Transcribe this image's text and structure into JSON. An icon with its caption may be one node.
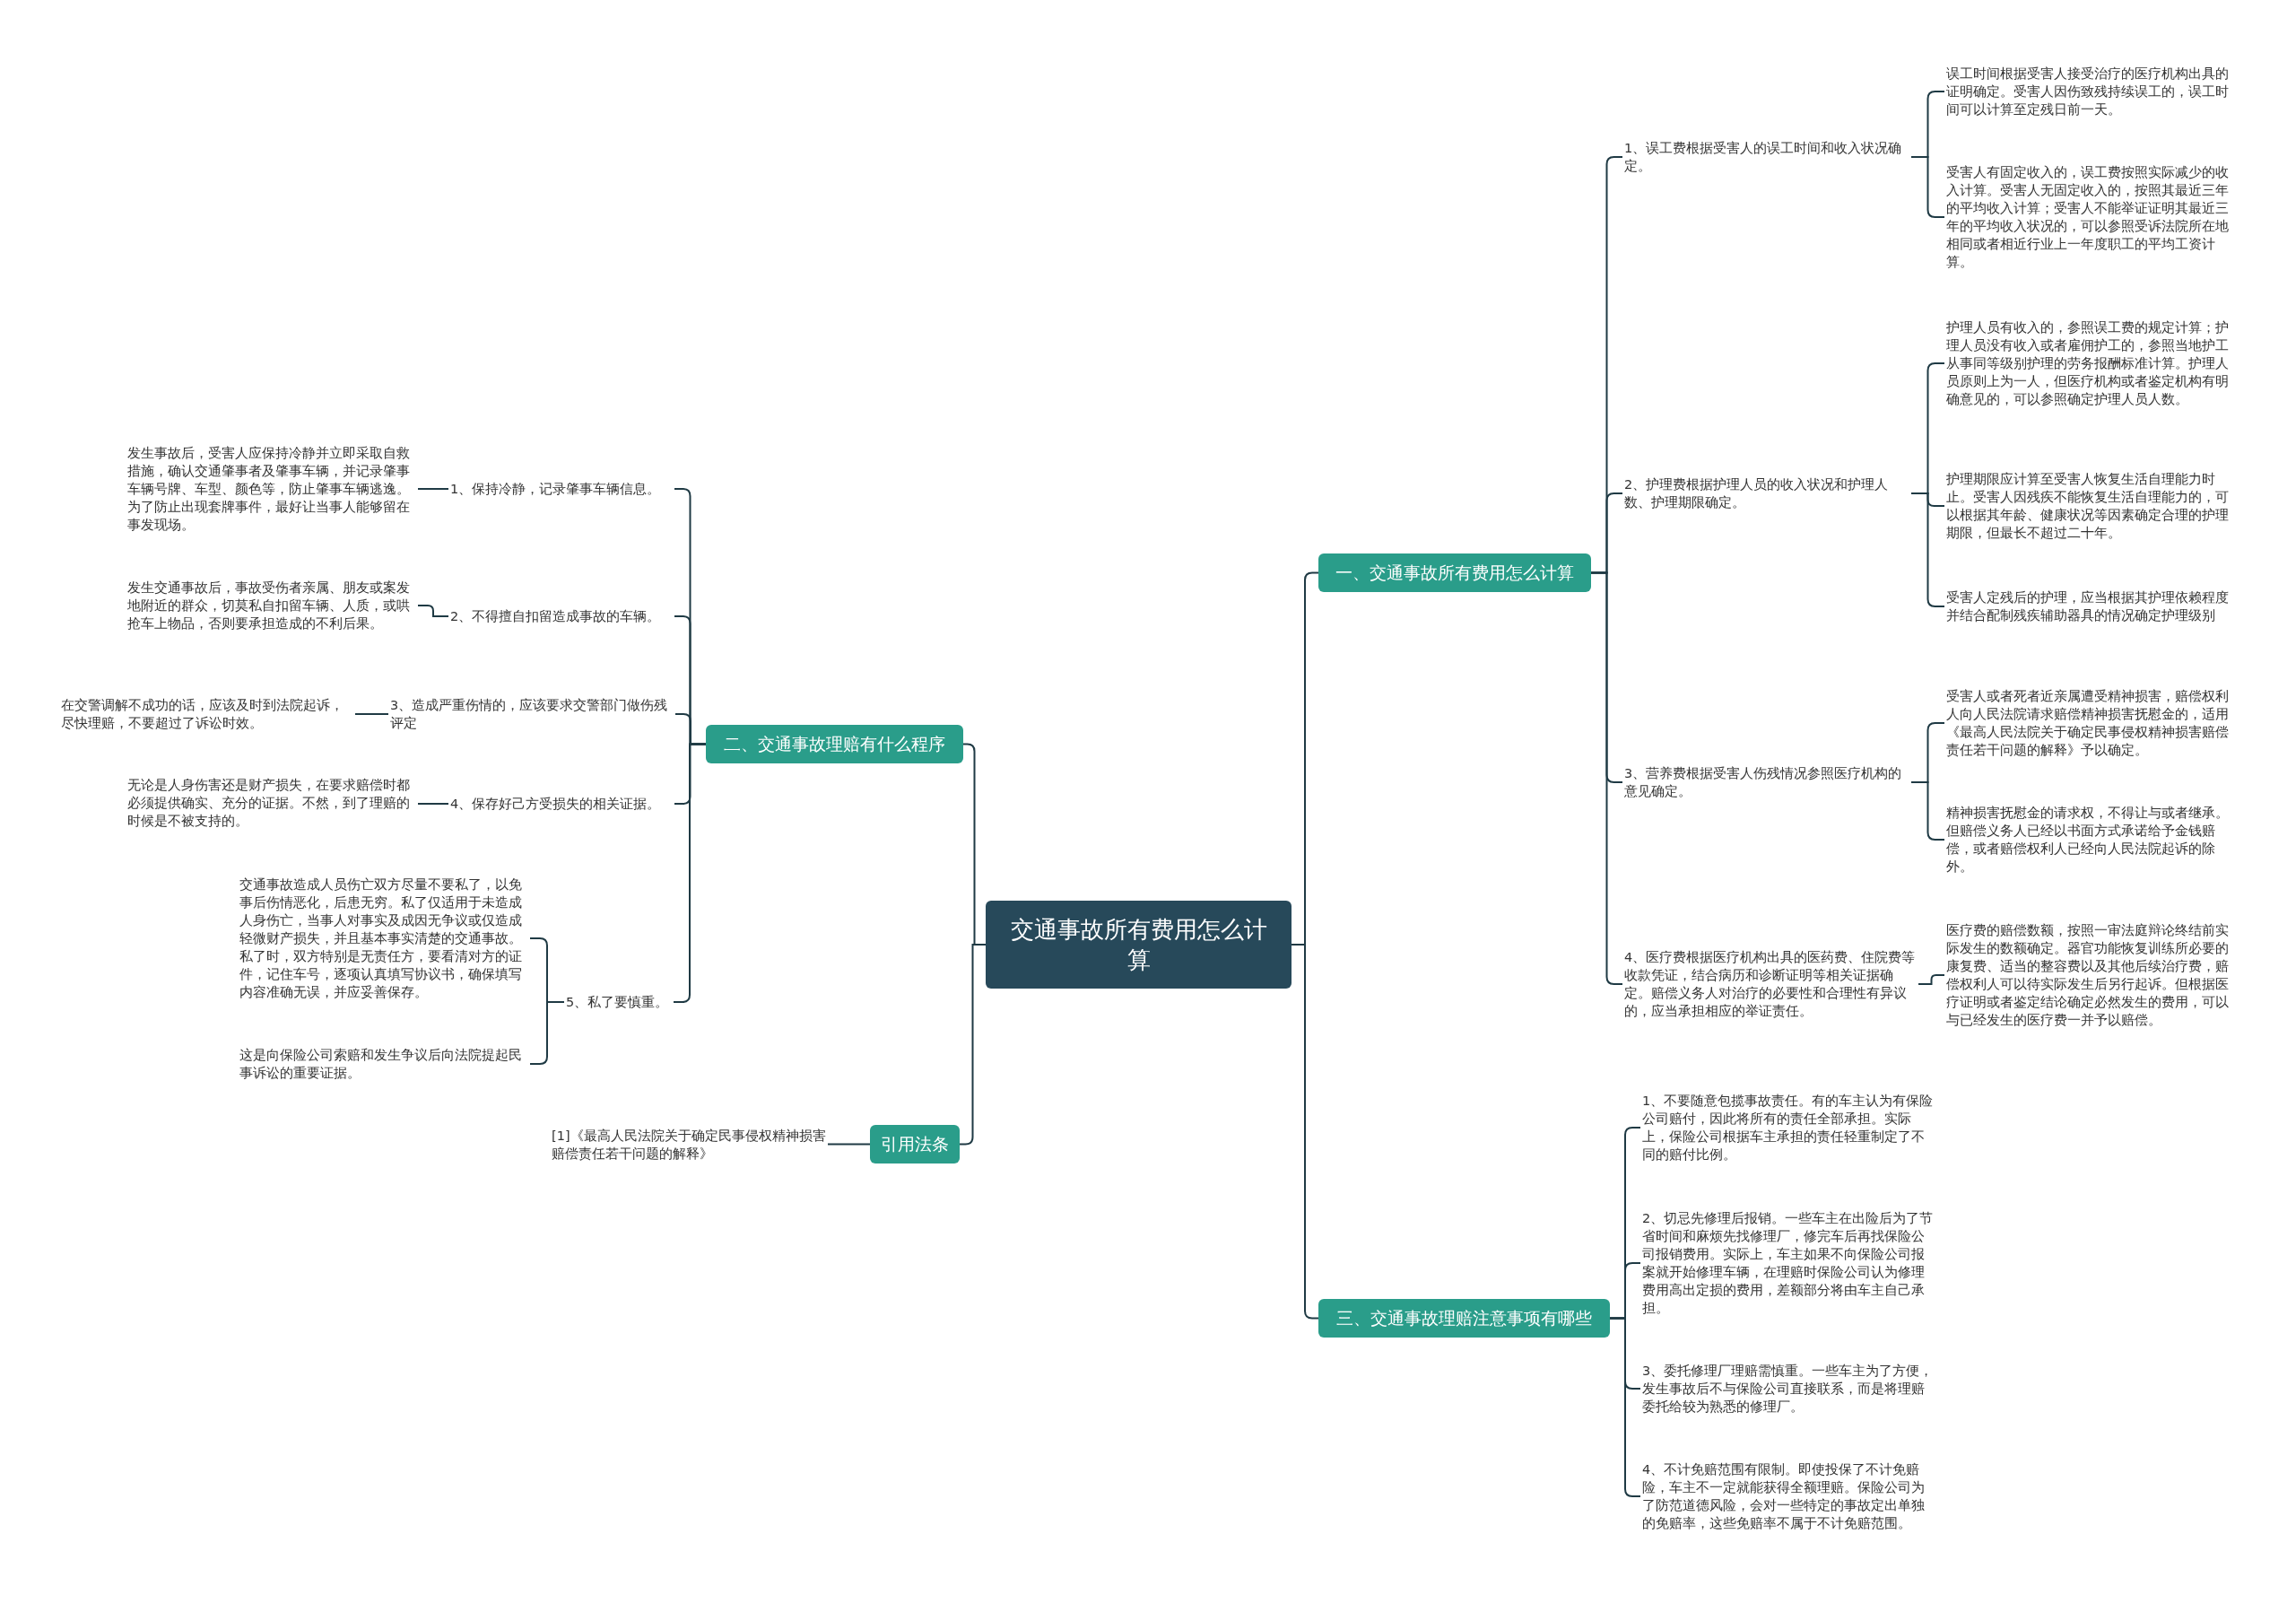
{
  "diagram": {
    "nodes": [
      {
        "text": [
          "交通事故所有费用怎么计算"
        ]
      },
      {
        "text": [
          "一、交通事故所有费用怎么计算"
        ]
      },
      {
        "text": [
          "1、误工费根据受害人的误工时间和收入状况确定。"
        ]
      },
      {
        "text": [
          "误工时间根据受害人接受治疗的医疗机构出具的证明确定。受害人因伤致残持续误工的，误工时间可以计算至定残日前一天。"
        ]
      },
      {
        "text": [
          "受害人有固定收入的，误工费按照实际减少的收入计算。受害人无固定收入的，按照其最近三年的平均收入计算；受害人不能举证证明其最近三年的平均收入状况的，可以参照受诉法院所在地相同或者相近行业上一年度职工的平均工资计算。"
        ]
      },
      {
        "text": [
          "2、护理费根据护理人员的收入状况和护理人数、护理期限确定。"
        ]
      },
      {
        "text": [
          "护理人员有收入的，参照误工费的规定计算；护理人员没有收入或者雇佣护工的，参照当地护工从事同等级别护理的劳务报酬标准计算。护理人员原则上为一人，但医疗机构或者鉴定机构有明确意见的，可以参照确定护理人员人数。"
        ]
      },
      {
        "text": [
          "护理期限应计算至受害人恢复生活自理能力时止。受害人因残疾不能恢复生活自理能力的，可以根据其年龄、健康状况等因素确定合理的护理期限，但最长不超过二十年。"
        ]
      },
      {
        "text": [
          "受害人定残后的护理，应当根据其护理依赖程度并结合配制残疾辅助器具的情况确定护理级别"
        ]
      },
      {
        "text": [
          "3、营养费根据受害人伤残情况参照医疗机构的意见确定。"
        ]
      },
      {
        "text": [
          "受害人或者死者近亲属遭受精神损害，赔偿权利人向人民法院请求赔偿精神损害抚慰金的，适用《最高人民法院关于确定民事侵权精神损害赔偿责任若干问题的解释》予以确定。"
        ]
      },
      {
        "text": [
          "精神损害抚慰金的请求权，不得让与或者继承。但赔偿义务人已经以书面方式承诺给予金钱赔偿，或者赔偿权利人已经向人民法院起诉的除外。"
        ]
      },
      {
        "text": [
          "4、医疗费根据医疗机构出具的医药费、住院费等收款凭证，结合病历和诊断证明等相关证据确定。赔偿义务人对治疗的必要性和合理性有异议的，应当承担相应的举证责任。"
        ]
      },
      {
        "text": [
          "医疗费的赔偿数额，按照一审法庭辩论终结前实际发生的数额确定。器官功能恢复训练所必要的康复费、适当的整容费以及其他后续治疗费，赔偿权利人可以待实际发生后另行起诉。但根据医疗证明或者鉴定结论确定必然发生的费用，可以与已经发生的医疗费一并予以赔偿。"
        ]
      },
      {
        "text": [
          "二、交通事故理赔有什么程序"
        ]
      },
      {
        "text": [
          "1、保持冷静，记录肇事车辆信息。"
        ]
      },
      {
        "text": [
          "发生事故后，受害人应保持冷静并立即采取自救措施，确认交通肇事者及肇事车辆，并记录肇事车辆号牌、车型、颜色等，防止肇事车辆逃逸。为了防止出现套牌事件，最好让当事人能够留在事发现场。"
        ]
      },
      {
        "text": [
          "2、不得擅自扣留造成事故的车辆。"
        ]
      },
      {
        "text": [
          "发生交通事故后，事故受伤者亲属、朋友或案发地附近的群众，切莫私自扣留车辆、人质，或哄抢车上物品，否则要承担造成的不利后果。"
        ]
      },
      {
        "text": [
          "3、造成严重伤情的，应该要求交警部门做伤残评定"
        ]
      },
      {
        "text": [
          "在交警调解不成功的话，应该及时到法院起诉，尽快理赔，不要超过了诉讼时效。"
        ]
      },
      {
        "text": [
          "4、保存好己方受损失的相关证据。"
        ]
      },
      {
        "text": [
          "无论是人身伤害还是财产损失，在要求赔偿时都必须提供确实、充分的证据。不然，到了理赔的时候是不被支持的。"
        ]
      },
      {
        "text": [
          "5、私了要慎重。"
        ]
      },
      {
        "text": [
          "交通事故造成人员伤亡双方尽量不要私了，以免事后伤情恶化，后患无穷。私了仅适用于未造成人身伤亡，当事人对事实及成因无争议或仅造成轻微财产损失，并且基本事实清楚的交通事故。私了时，双方特别是无责任方，要看清对方的证件，记住车号，逐项认真填写协议书，确保填写内容准确无误，并应妥善保存。"
        ]
      },
      {
        "text": [
          "这是向保险公司索赔和发生争议后向法院提起民事诉讼的重要证据。"
        ]
      },
      {
        "text": [
          "三、交通事故理赔注意事项有哪些"
        ]
      },
      {
        "text": [
          "1、不要随意包揽事故责任。有的车主认为有保险公司赔付，因此将所有的责任全部承担。实际上，保险公司根据车主承担的责任轻重制定了不同的赔付比例。"
        ]
      },
      {
        "text": [
          "2、切忌先修理后报销。一些车主在出险后为了节省时间和麻烦先找修理厂，修完车后再找保险公司报销费用。实际上，车主如果不向保险公司报案就开始修理车辆，在理赔时保险公司认为修理费用高出定损的费用，差额部分将由车主自己承担。"
        ]
      },
      {
        "text": [
          "3、委托修理厂理赔需慎重。一些车主为了方便，发生事故后不与保险公司直接联系，而是将理赔委托给较为熟悉的修理厂。"
        ]
      },
      {
        "text": [
          "4、不计免赔范围有限制。即使投保了不计免赔险，车主不一定就能获得全额理赔。保险公司为了防范道德风险，会对一些特定的事故定出单独的免赔率，这些免赔率不属于不计免赔范围。"
        ]
      },
      {
        "text": [
          "引用法条"
        ]
      },
      {
        "text": [
          "[1]《最高人民法院关于确定民事侵权精神损害赔偿责任若干问题的解释》"
        ]
      }
    ],
    "edges": [
      {
        "from": 0,
        "to": 1,
        "arrow": "none"
      },
      {
        "from": 1,
        "to": 2,
        "arrow": "none"
      },
      {
        "from": 2,
        "to": 3,
        "arrow": "none"
      },
      {
        "from": 2,
        "to": 4,
        "arrow": "none"
      },
      {
        "from": 1,
        "to": 5,
        "arrow": "none"
      },
      {
        "from": 5,
        "to": 6,
        "arrow": "none"
      },
      {
        "from": 5,
        "to": 7,
        "arrow": "none"
      },
      {
        "from": 5,
        "to": 8,
        "arrow": "none"
      },
      {
        "from": 1,
        "to": 9,
        "arrow": "none"
      },
      {
        "from": 9,
        "to": 10,
        "arrow": "none"
      },
      {
        "from": 9,
        "to": 11,
        "arrow": "none"
      },
      {
        "from": 1,
        "to": 12,
        "arrow": "none"
      },
      {
        "from": 12,
        "to": 13,
        "arrow": "none"
      },
      {
        "from": 0,
        "to": 14,
        "arrow": "none"
      },
      {
        "from": 14,
        "to": 15,
        "arrow": "none"
      },
      {
        "from": 15,
        "to": 16,
        "arrow": "none"
      },
      {
        "from": 14,
        "to": 17,
        "arrow": "none"
      },
      {
        "from": 17,
        "to": 18,
        "arrow": "none"
      },
      {
        "from": 14,
        "to": 19,
        "arrow": "none"
      },
      {
        "from": 19,
        "to": 20,
        "arrow": "none"
      },
      {
        "from": 14,
        "to": 21,
        "arrow": "none"
      },
      {
        "from": 21,
        "to": 22,
        "arrow": "none"
      },
      {
        "from": 14,
        "to": 23,
        "arrow": "none"
      },
      {
        "from": 23,
        "to": 24,
        "arrow": "none"
      },
      {
        "from": 23,
        "to": 25,
        "arrow": "none"
      },
      {
        "from": 0,
        "to": 26,
        "arrow": "none"
      },
      {
        "from": 26,
        "to": 27,
        "arrow": "none"
      },
      {
        "from": 26,
        "to": 28,
        "arrow": "none"
      },
      {
        "from": 26,
        "to": 29,
        "arrow": "none"
      },
      {
        "from": 26,
        "to": 30,
        "arrow": "none"
      },
      {
        "from": 0,
        "to": 31,
        "arrow": "none"
      },
      {
        "from": 31,
        "to": 32,
        "arrow": "none"
      }
    ]
  }
}
